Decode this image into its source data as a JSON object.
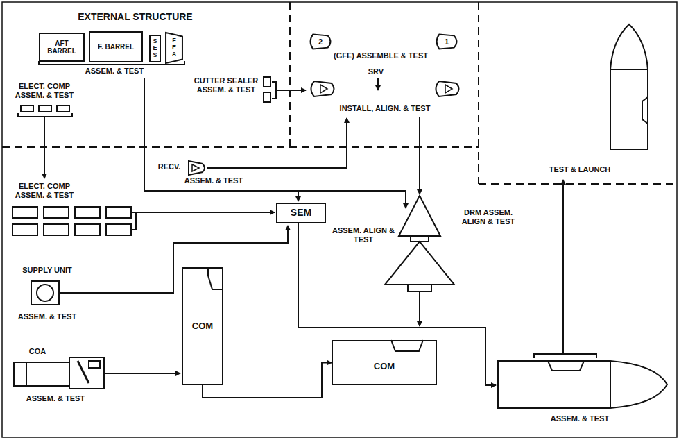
{
  "diagram": {
    "nodes": [
      {
        "text": [
          "AFT BARREL"
        ]
      },
      {
        "text": [
          "F. BARREL"
        ]
      },
      {
        "text": [
          "SES"
        ]
      },
      {
        "text": [
          "FEA"
        ]
      },
      {
        "text": [
          "2"
        ]
      },
      {
        "text": [
          "1"
        ]
      },
      {
        "text": [
          "SEM"
        ]
      },
      {
        "text": [
          "COM"
        ]
      },
      {
        "text": [
          "COM"
        ]
      }
    ],
    "edges": [
      {
        "from": 7,
        "to": 8,
        "arrow": "to"
      }
    ],
    "labels": [
      "EXTERNAL STRUCTURE",
      "ASSEM. & TEST",
      "ELECT. COMP ASSEM. & TEST",
      "CUTTER SEALER ASSEM. & TEST",
      "(GFE) ASSEMBLE & TEST",
      "SRV",
      "INSTALL, ALIGN. & TEST",
      "RECV.",
      "ASSEM. & TEST",
      "ELECT. COMP ASSEM. & TEST",
      "SUPPLY UNIT",
      "ASSEM. & TEST",
      "COA",
      "ASSEM. & TEST",
      "ASSEM. ALIGN & TEST",
      "DRM ASSEM. ALIGN & TEST",
      "ASSEM. & TEST",
      "TEST & LAUNCH"
    ]
  }
}
